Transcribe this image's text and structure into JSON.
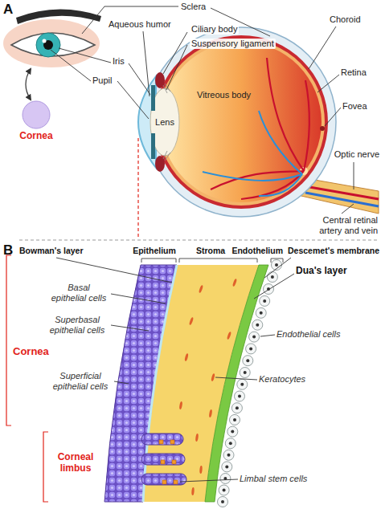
{
  "diagram": {
    "labels": [
      "A",
      "Sclera",
      "Aqueous humor",
      "Ciliary body",
      "Suspensory ligament",
      "Choroid",
      "Iris",
      "Retina",
      "Pupil",
      "Lens",
      "Vitreous body",
      "Fovea",
      "Cornea",
      "Optic nerve",
      "Central retinal artery and vein",
      "B",
      "Bowman's layer",
      "Epithelium",
      "Stroma",
      "Endothelium",
      "Descemet's membrane",
      "Dua's layer",
      "Basal epithelial cells",
      "Superbasal epithelial cells",
      "Endothelial cells",
      "Superficial epithelial cells",
      "Keratocytes",
      "Cornea",
      "Corneal limbus",
      "Limbal stem cells"
    ]
  }
}
